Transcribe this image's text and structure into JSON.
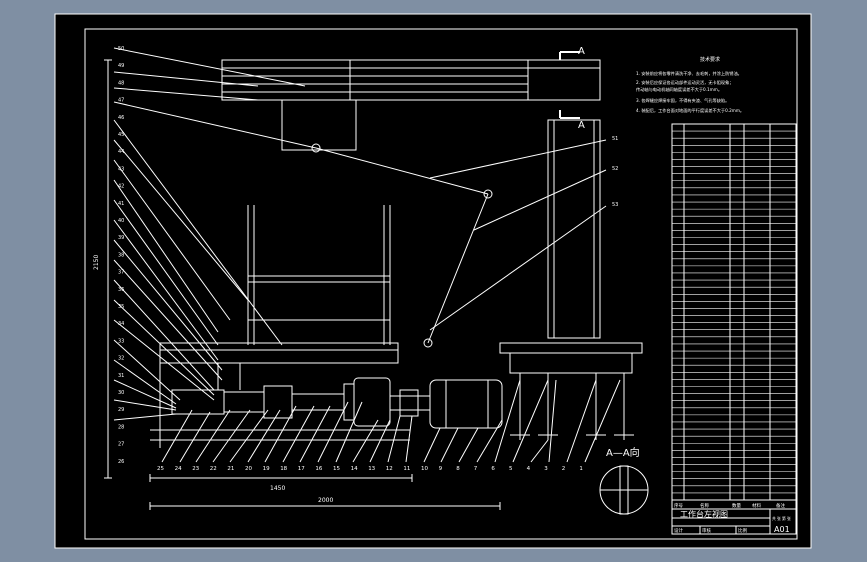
{
  "drawing": {
    "section_label_top": "A",
    "section_label_mid": "A",
    "view_label": "A—A向",
    "dim_height": "2150",
    "dim_inner": "1450",
    "dim_total": "2000"
  },
  "notes": {
    "title": "技术要求",
    "lines": [
      "1. 安装前应将各零件清洗干净、去毛刺，并涂上防锈油。",
      "2. 安装后应保证各运动部件运动灵活，无卡阻现象；",
      "   传动轴与电动机轴同轴度误差不大于0.1mm。",
      "3. 各焊缝应焊接牢固，不得有夹渣、气孔等缺陷。",
      "4. 装配后，工作台面对地面的平行度误差不大于0.2mm。"
    ]
  },
  "callouts": {
    "left": [
      "50",
      "49",
      "48",
      "47",
      "46",
      "45",
      "44",
      "43",
      "42",
      "41",
      "40",
      "39",
      "38",
      "37",
      "36",
      "35",
      "34",
      "33",
      "32",
      "31",
      "30",
      "29",
      "28",
      "27",
      "26"
    ],
    "bottom": [
      "25",
      "24",
      "23",
      "22",
      "21",
      "20",
      "19",
      "18",
      "17",
      "16",
      "15",
      "14",
      "13",
      "12",
      "11",
      "10",
      "9",
      "8",
      "7",
      "6",
      "5",
      "4",
      "3",
      "2",
      "1"
    ],
    "right": [
      "51",
      "52",
      "53"
    ]
  },
  "title_block": {
    "drawing_title": "工作台左视图",
    "drawing_code": "A01",
    "header_cells": [
      "序号",
      "名称",
      "数量",
      "材料",
      "备注"
    ],
    "parts_rows": 53,
    "lower_cells": [
      "设计",
      "审核",
      "比例",
      "共 张 第 张"
    ]
  },
  "colors": {
    "background": "#000000",
    "outer_margin": "#7f8fa3",
    "line": "#ffffff"
  }
}
